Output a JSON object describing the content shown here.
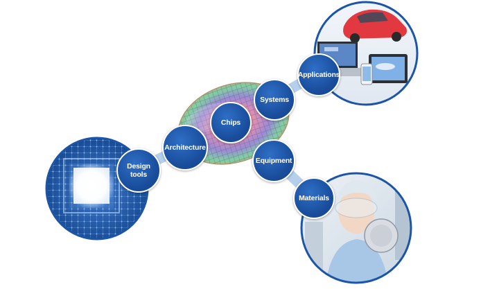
{
  "nodes": {
    "design_tools": "Design tools",
    "architecture": "Architecture",
    "chips": "Chips",
    "systems": "Systems",
    "applications": "Applications",
    "equipment": "Equipment",
    "materials": "Materials"
  },
  "images": {
    "left": "circuit-board-chip",
    "top_right": "car-laptop-tablet-phone",
    "bottom_right": "cleanroom-worker-with-wafer",
    "center": "silicon-wafer"
  },
  "colors": {
    "node_blue": "#1a4f9e",
    "link_blue": "#a9c8ea",
    "ring_blue": "#1d55a6"
  }
}
